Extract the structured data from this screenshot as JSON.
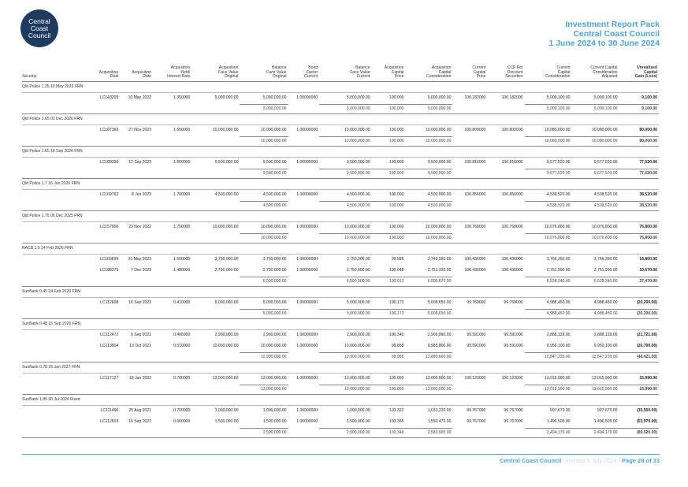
{
  "logo": {
    "line1": "Central",
    "line2": "Coast",
    "line3": "Council"
  },
  "report": {
    "title": "Investment Report Pack",
    "org": "Central Coast Council",
    "period": "1 June 2024 to 30 June 2024"
  },
  "headers": {
    "security": "Security",
    "deal": "Acquisition\nDeal",
    "date": "Acquisition\nDate",
    "yield": "Acquisition\nYield/\nInterest Rate",
    "fv_orig": "Acquisition\nFace Value\nOriginal",
    "bal_fv_orig": "Balance\nFace Value\nOriginal",
    "bond_factor": "Bond\nFactor\nCurrent",
    "bal_fv_cur": "Balance\nFace Value\nCurrent",
    "acq_price": "Acquisition\nCapital\nPrice",
    "acq_consid": "Acquisition\nCapital\nConsideration",
    "cur_price": "Current\nCapital\nPrice",
    "cpp_discount": "CCP For\nDiscount\nSecurities",
    "cur_consid": "Current\nCapital\nConsideration",
    "cur_adjusted": "Current Capital\nConsideration\nAdjusted",
    "gain": "Unrealised\nCapital\nGain (Loss)"
  },
  "sections": [
    {
      "name": "Qld Police 1.35 19 May 2026 FRN",
      "rows": [
        {
          "deal": "LC143209",
          "date": "10 May 2022",
          "yield": "1.350000",
          "fv_orig": "5,000,000.00",
          "bal_fv_orig": "5,000,000.00",
          "factor": "1.00000000",
          "bal_fv_cur": "5,000,000.00",
          "acq_price": "100.000",
          "acq_consid": "5,000,000.00",
          "cur_price": "100.182000",
          "ccp": "100.182000",
          "cur_consid": "5,009,100.00",
          "cur_adj": "5,009,100.00",
          "gain": "9,100.00"
        }
      ],
      "subtotal": {
        "bal_fv_orig": "5,000,000.00",
        "bal_fv_cur": "5,000,000.00",
        "acq_price": "100.000",
        "acq_consid": "5,000,000.00",
        "cur_consid": "5,009,100.00",
        "cur_adj": "5,009,100.00",
        "gain": "9,100.00"
      }
    },
    {
      "name": "Qld Police 1.65 01 Dec 2026 FRN",
      "rows": [
        {
          "deal": "LC187369",
          "date": "27 Nov 2023",
          "yield": "1.650000",
          "fv_orig": "10,000,000.00",
          "bal_fv_orig": "10,000,000.00",
          "factor": "1.00000000",
          "bal_fv_cur": "10,000,000.00",
          "acq_price": "100.000",
          "acq_consid": "10,000,000.00",
          "cur_price": "100.800000",
          "ccp": "100.800000",
          "cur_consid": "10,080,000.00",
          "cur_adj": "10,080,000.00",
          "gain": "80,000.00"
        }
      ],
      "subtotal": {
        "bal_fv_orig": "10,000,000.00",
        "bal_fv_cur": "10,000,000.00",
        "acq_price": "100.000",
        "acq_consid": "10,000,000.00",
        "cur_consid": "10,080,000.00",
        "cur_adj": "10,080,000.00",
        "gain": "80,000.00"
      }
    },
    {
      "name": "Qld Police 1.65 18 Sep 2026 FRN",
      "rows": [
        {
          "deal": "LC180296",
          "date": "12 Sep 2023",
          "yield": "1.650000",
          "fv_orig": "9,500,000.00",
          "bal_fv_orig": "9,500,000.00",
          "factor": "1.00000000",
          "bal_fv_cur": "9,500,000.00",
          "acq_price": "100.000",
          "acq_consid": "9,500,000.00",
          "cur_price": "100.816000",
          "ccp": "100.816000",
          "cur_consid": "9,577,520.00",
          "cur_adj": "9,577,520.00",
          "gain": "77,520.00"
        }
      ],
      "subtotal": {
        "bal_fv_orig": "9,500,000.00",
        "bal_fv_cur": "9,500,000.00",
        "acq_price": "100.000",
        "acq_consid": "9,500,000.00",
        "cur_consid": "9,577,520.00",
        "cur_adj": "9,577,520.00",
        "gain": "77,520.00"
      }
    },
    {
      "name": "Qld Police 1.7 16 Jun 2026 FRN",
      "rows": [
        {
          "deal": "LC169762",
          "date": "8 Jun 2023",
          "yield": "1.700000",
          "fv_orig": "4,500,000.00",
          "bal_fv_orig": "4,500,000.00",
          "factor": "1.00000000",
          "bal_fv_cur": "4,500,000.00",
          "acq_price": "100.000",
          "acq_consid": "4,500,000.00",
          "cur_price": "100.856000",
          "ccp": "100.856000",
          "cur_consid": "4,538,520.00",
          "cur_adj": "4,538,520.00",
          "gain": "38,520.00"
        }
      ],
      "subtotal": {
        "bal_fv_orig": "4,500,000.00",
        "bal_fv_cur": "4,500,000.00",
        "acq_price": "100.000",
        "acq_consid": "4,500,000.00",
        "cur_consid": "4,538,520.00",
        "cur_adj": "4,538,520.00",
        "gain": "38,520.00"
      }
    },
    {
      "name": "Qld Police 1.75 06 Dec 2025 FRN",
      "rows": [
        {
          "deal": "LC157906",
          "date": "23 Nov 2022",
          "yield": "1.750000",
          "fv_orig": "10,000,000.00",
          "bal_fv_orig": "10,000,000.00",
          "factor": "1.00000000",
          "bal_fv_cur": "10,000,000.00",
          "acq_price": "100.000",
          "acq_consid": "10,000,000.00",
          "cur_price": "100.768000",
          "ccp": "100.768000",
          "cur_consid": "10,076,800.00",
          "cur_adj": "10,076,800.00",
          "gain": "76,800.00"
        }
      ],
      "subtotal": {
        "bal_fv_orig": "10,000,000.00",
        "bal_fv_cur": "10,000,000.00",
        "acq_price": "100.000",
        "acq_consid": "10,000,000.00",
        "cur_consid": "10,076,800.00",
        "cur_adj": "10,076,800.00",
        "gain": "76,800.00"
      }
    },
    {
      "name": "RACB 1.5 24 Feb 2026 FRN",
      "rows": [
        {
          "deal": "LC169699",
          "date": "31 May 2023",
          "yield": "1.500000",
          "fv_orig": "3,750,000.00",
          "bal_fv_orig": "3,750,000.00",
          "factor": "1.00000000",
          "bal_fv_cur": "3,750,000.00",
          "acq_price": "99.986",
          "acq_consid": "3,749,550.00",
          "cur_price": "100.436000",
          "ccp": "100.436000",
          "cur_consid": "3,766,350.00",
          "cur_adj": "3,766,350.00",
          "gain": "16,800.00"
        },
        {
          "deal": "LC188379",
          "date": "7 Dec 2023",
          "yield": "1.480000",
          "fv_orig": "2,750,000.00",
          "bal_fv_orig": "2,750,000.00",
          "factor": "1.00000000",
          "bal_fv_cur": "2,750,000.00",
          "acq_price": "100.048",
          "acq_consid": "2,751,320.00",
          "cur_price": "100.436000",
          "ccp": "100.436000",
          "cur_consid": "2,761,990.00",
          "cur_adj": "2,761,990.00",
          "gain": "10,670.00"
        }
      ],
      "subtotal": {
        "bal_fv_orig": "6,500,000.00",
        "bal_fv_cur": "6,500,000.00",
        "acq_price": "100.013",
        "acq_consid": "6,500,870.00",
        "cur_consid": "6,528,340.00",
        "cur_adj": "6,528,340.00",
        "gain": "27,470.00"
      }
    },
    {
      "name": "SunBank 0.45 24 Feb 2026 FRN",
      "rows": [
        {
          "deal": "LC112608",
          "date": "16 Sep 2021",
          "yield": "0.410000",
          "fv_orig": "5,000,000.00",
          "bal_fv_orig": "5,000,000.00",
          "factor": "1.00000000",
          "bal_fv_cur": "5,000,000.00",
          "acq_price": "100.173",
          "acq_consid": "5,008,650.00",
          "cur_price": "99.769000",
          "ccp": "99.769000",
          "cur_consid": "4,988,450.00",
          "cur_adj": "4,988,450.00",
          "gain": "(20,200.00)"
        }
      ],
      "subtotal": {
        "bal_fv_orig": "5,000,000.00",
        "bal_fv_cur": "5,000,000.00",
        "acq_price": "100.173",
        "acq_consid": "5,008,650.00",
        "cur_consid": "4,988,450.00",
        "cur_adj": "4,988,450.00",
        "gain": "(20,200.00)"
      }
    },
    {
      "name": "SunBank 0.48 15 Sep 2026 FRN",
      "rows": [
        {
          "deal": "LC112472",
          "date": "9 Sep 2021",
          "yield": "0.406900",
          "fv_orig": "2,900,000.00",
          "bal_fv_orig": "2,900,000.00",
          "factor": "1.00000000",
          "bal_fv_cur": "2,900,000.00",
          "acq_price": "100.340",
          "acq_consid": "2,909,860.00",
          "cur_price": "99.591000",
          "ccp": "99.591000",
          "cur_consid": "2,888,139.00",
          "cur_adj": "2,888,139.00",
          "gain": "(21,721.00)"
        },
        {
          "deal": "LC113904",
          "date": "13 Oct 2021",
          "yield": "0.510000",
          "fv_orig": "10,000,000.00",
          "bal_fv_orig": "10,000,000.00",
          "factor": "1.00000000",
          "bal_fv_cur": "10,000,000.00",
          "acq_price": "99.858",
          "acq_consid": "9,985,800.00",
          "cur_price": "99.591000",
          "ccp": "99.591000",
          "cur_consid": "9,959,100.00",
          "cur_adj": "9,959,100.00",
          "gain": "(26,700.00)"
        }
      ],
      "subtotal": {
        "bal_fv_orig": "12,900,000.00",
        "bal_fv_cur": "12,900,000.00",
        "acq_price": "99.966",
        "acq_consid": "12,895,660.00",
        "cur_consid": "12,847,239.00",
        "cur_adj": "12,847,239.00",
        "gain": "(48,421.00)"
      }
    },
    {
      "name": "SunBank 0.78 25 Jan 2027 FRN",
      "rows": [
        {
          "deal": "LC117127",
          "date": "18 Jan 2022",
          "yield": "0.780000",
          "fv_orig": "13,000,000.00",
          "bal_fv_orig": "13,000,000.00",
          "factor": "1.00000000",
          "bal_fv_cur": "13,000,000.00",
          "acq_price": "100.000",
          "acq_consid": "13,000,000.00",
          "cur_price": "100.123000",
          "ccp": "100.123000",
          "cur_consid": "13,015,990.00",
          "cur_adj": "13,015,990.00",
          "gain": "15,990.00"
        }
      ],
      "subtotal": {
        "bal_fv_orig": "13,000,000.00",
        "bal_fv_cur": "13,000,000.00",
        "acq_price": "100.000",
        "acq_consid": "13,000,000.00",
        "cur_consid": "13,015,990.00",
        "cur_adj": "13,015,990.00",
        "gain": "15,990.00"
      }
    },
    {
      "name": "SunBank 1.85 30 Jul 2024 Fixed",
      "rows": [
        {
          "deal": "LC111490",
          "date": "25 Aug 2021",
          "yield": "0.700000",
          "fv_orig": "1,000,000.00",
          "bal_fv_orig": "1,000,000.00",
          "factor": "1.00000000",
          "bal_fv_cur": "1,000,000.00",
          "acq_price": "103.322",
          "acq_consid": "1,033,220.00",
          "cur_price": "99.767000",
          "ccp": "99.767000",
          "cur_consid": "997,670.00",
          "cur_adj": "997,670.00",
          "gain": "(35,550.00)"
        },
        {
          "deal": "LC112603",
          "date": "16 Sep 2021",
          "yield": "0.660000",
          "fv_orig": "1,500,000.00",
          "bal_fv_orig": "1,500,000.00",
          "factor": "1.00000000",
          "bal_fv_cur": "1,500,000.00",
          "acq_price": "103.365",
          "acq_consid": "1,550,475.00",
          "cur_price": "99.767000",
          "ccp": "99.767000",
          "cur_consid": "1,496,505.00",
          "cur_adj": "1,496,505.00",
          "gain": "(53,970.00)"
        }
      ],
      "subtotal": {
        "bal_fv_orig": "2,500,000.00",
        "bal_fv_cur": "2,500,000.00",
        "acq_price": "103.348",
        "acq_consid": "2,583,695.00",
        "cur_consid": "2,494,175.00",
        "cur_adj": "2,494,175.00",
        "gain": "(89,520.00)"
      }
    }
  ],
  "footer": {
    "org": "Central Coast Council",
    "sep1": " / ",
    "printed": "Printed 5 July 2024",
    "sep2": " / ",
    "page": "Page 28 of 33"
  }
}
